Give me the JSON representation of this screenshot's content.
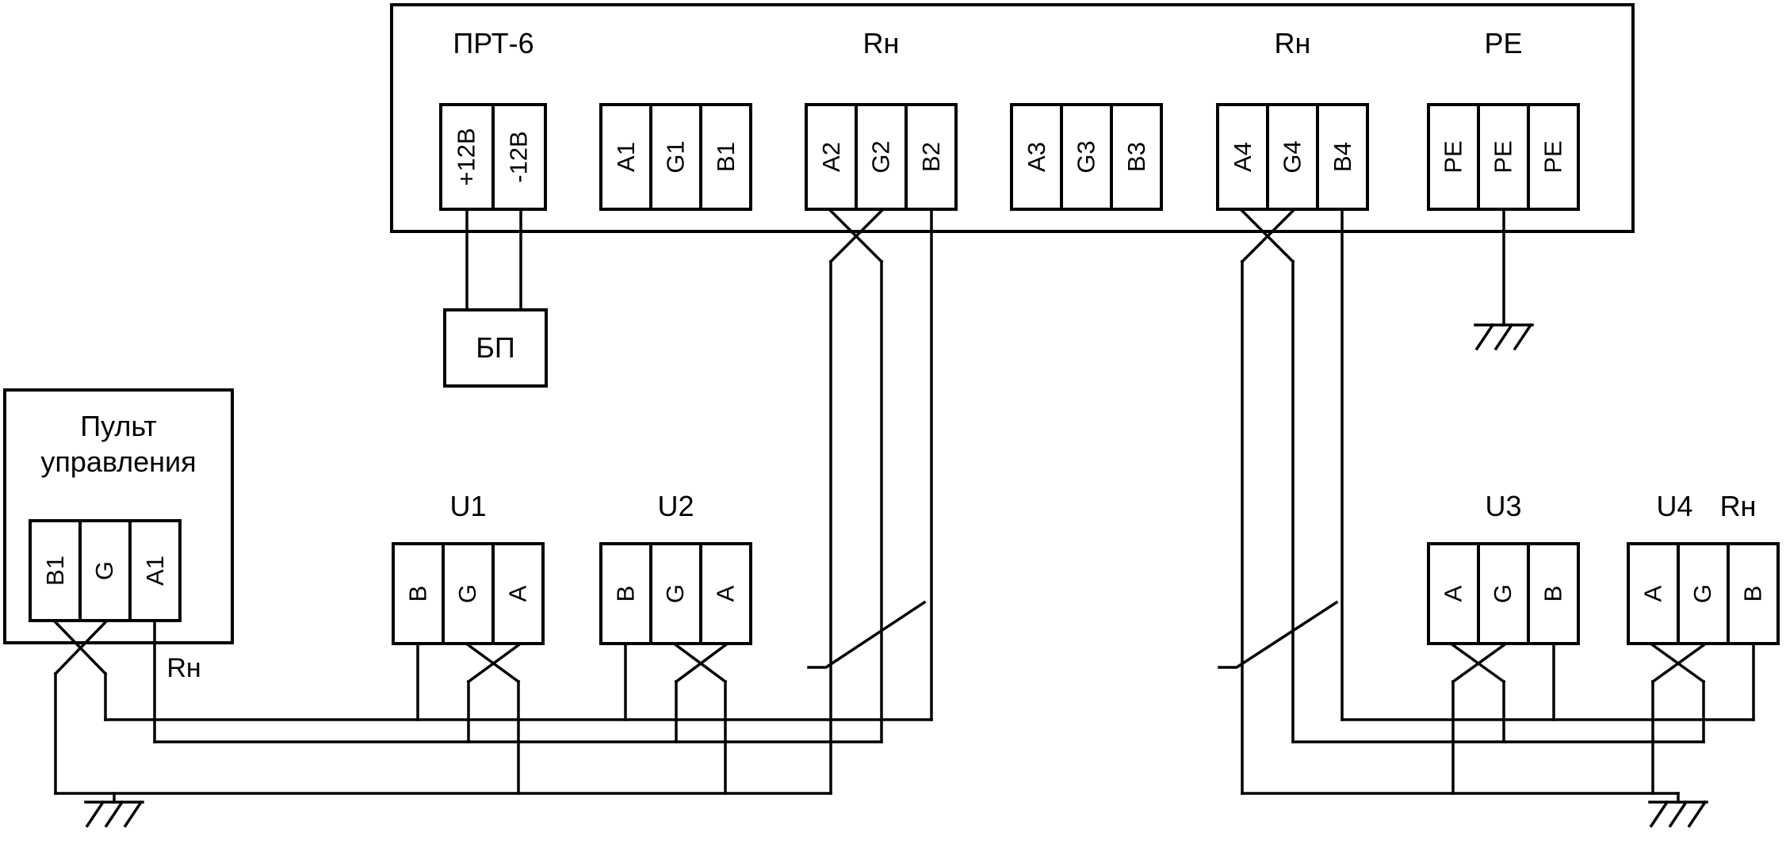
{
  "diagram": {
    "device": {
      "title": "ПРТ-6",
      "labels": {
        "rn_left": "Rн",
        "rn_right": "Rн",
        "pe": "PE"
      }
    },
    "terminals": {
      "power": [
        "+12В",
        "-12В"
      ],
      "port1": [
        "А1",
        "G1",
        "В1"
      ],
      "port2": [
        "А2",
        "G2",
        "В2"
      ],
      "port3": [
        "А3",
        "G3",
        "В3"
      ],
      "port4": [
        "А4",
        "G4",
        "В4"
      ],
      "pe": [
        "PE",
        "PE",
        "PE"
      ]
    },
    "psu": {
      "label": "БП"
    },
    "panel": {
      "title": "Пульт управления",
      "terminals": [
        "В1",
        "G",
        "А1"
      ],
      "rn": "Rн"
    },
    "devices": {
      "u1": {
        "label": "U1",
        "terminals": [
          "В",
          "G",
          "А"
        ]
      },
      "u2": {
        "label": "U2",
        "terminals": [
          "В",
          "G",
          "А"
        ]
      },
      "u3": {
        "label": "U3",
        "terminals": [
          "А",
          "G",
          "В"
        ]
      },
      "u4": {
        "label": "U4",
        "rn": "Rн",
        "terminals": [
          "А",
          "G",
          "В"
        ]
      }
    },
    "colors": {
      "line": "#000000",
      "background": "#ffffff"
    }
  }
}
